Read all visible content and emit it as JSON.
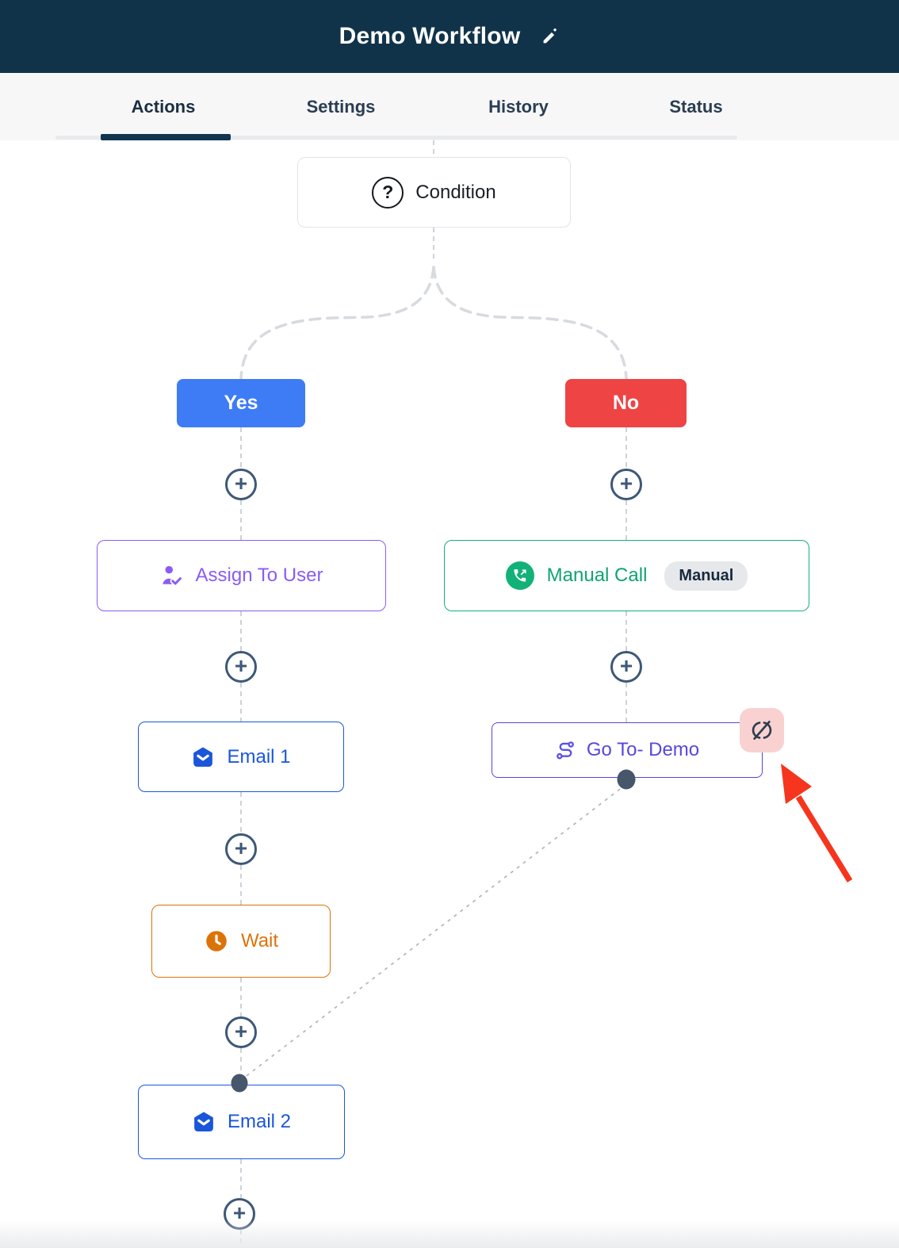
{
  "header": {
    "title": "Demo Workflow",
    "edit_icon": "pencil-icon"
  },
  "tabs": {
    "items": [
      {
        "label": "Actions",
        "active": true
      },
      {
        "label": "Settings",
        "active": false
      },
      {
        "label": "History",
        "active": false
      },
      {
        "label": "Status",
        "active": false
      }
    ]
  },
  "workflow": {
    "condition": {
      "label": "Condition",
      "icon": "question-circle-icon"
    },
    "branches": {
      "yes": {
        "label": "Yes",
        "color": "#3e7cf5"
      },
      "no": {
        "label": "No",
        "color": "#ee4444"
      }
    },
    "nodes": {
      "assign": {
        "label": "Assign To User",
        "icon": "user-check-icon",
        "color": "#8a5cf5"
      },
      "manual_call": {
        "label": "Manual Call",
        "badge": "Manual",
        "icon": "phone-outgoing-icon",
        "color": "#12b178"
      },
      "email1": {
        "label": "Email 1",
        "icon": "mail-icon",
        "color": "#1a56db"
      },
      "wait": {
        "label": "Wait",
        "icon": "clock-icon",
        "color": "#dc7309"
      },
      "email2": {
        "label": "Email 2",
        "icon": "mail-icon",
        "color": "#1a56db"
      },
      "goto": {
        "label": "Go To- Demo",
        "icon": "route-icon",
        "color": "#5546d6",
        "disconnect_icon": "unlink-icon",
        "disconnect_badge_color": "#f9d1d1"
      }
    },
    "add_label": "+"
  },
  "annotation": {
    "arrow_color": "#f5351d"
  },
  "colors": {
    "header_bg": "#11334a",
    "tab_underline": "#12344d",
    "connector_gray": "#ced2d8",
    "dot_slate": "#46566b"
  }
}
